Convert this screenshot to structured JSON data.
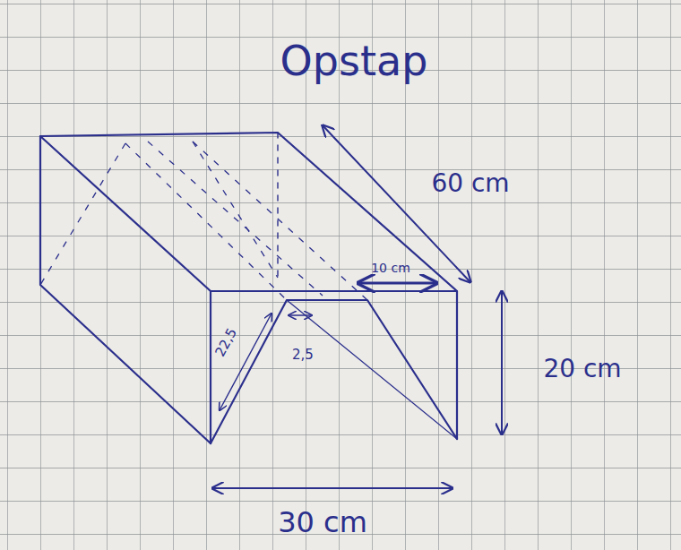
{
  "diagram": {
    "title": "Opstap",
    "labels": [
      "60 cm",
      "10 cm",
      "22,5",
      "2,5",
      "20 cm",
      "30 cm"
    ]
  }
}
